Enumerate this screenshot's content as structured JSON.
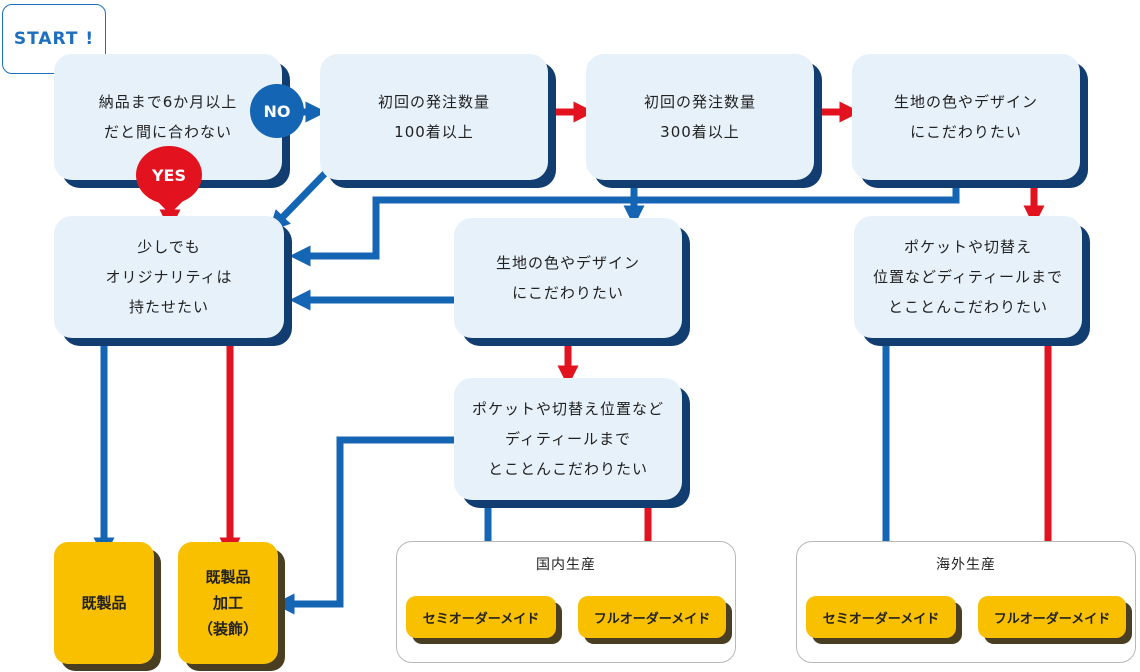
{
  "start": {
    "label": "START !"
  },
  "badges": {
    "no": "NO",
    "yes": "YES"
  },
  "questions": {
    "q1": "納品まで6か月以上\nだと間に合わない",
    "q2": "初回の発注数量\n100着以上",
    "q3": "初回の発注数量\n300着以上",
    "q4": "生地の色やデザイン\nにこだわりたい",
    "q5": "少しでも\nオリジナリティは\n持たせたい",
    "q6": "生地の色やデザイン\nにこだわりたい",
    "q7": "ポケットや切替え位置など\nディティールまで\nとことんこだわりたい",
    "q8": "ポケットや切替え\n位置などディティールまで\nとことんこだわりたい"
  },
  "results": {
    "ready_made": "既製品",
    "processing": "既製品\n加工\n（装飾）"
  },
  "groups": {
    "domestic": {
      "label": "国内生産",
      "semi": "セミオーダーメイド",
      "full": "フルオーダーメイド"
    },
    "overseas": {
      "label": "海外生産",
      "semi": "セミオーダーメイド",
      "full": "フルオーダーメイド"
    }
  },
  "colors": {
    "blue": "#1466b4",
    "red": "#e3121f",
    "yellow": "#f9c000",
    "box": "#e7f1f9",
    "shadow": "#123d70"
  }
}
